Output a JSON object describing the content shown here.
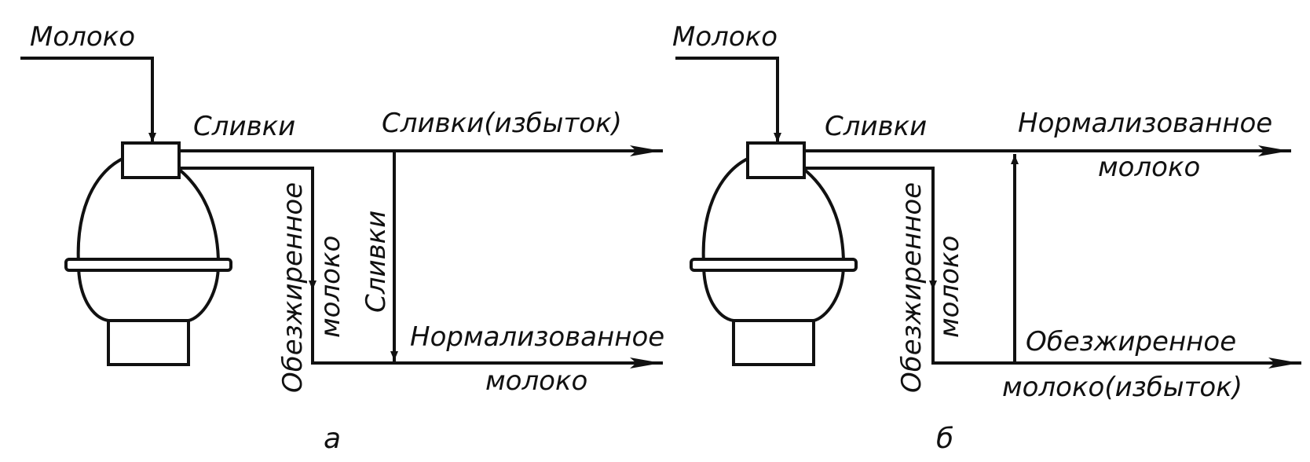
{
  "diagram_a": {
    "caption": "а",
    "labels": {
      "milk_in": "Молоко",
      "cream": "Сливки",
      "cream_excess": "Сливки(избыток)",
      "skim_milk_line1": "Обезжиренное",
      "skim_milk_line2": "молоко",
      "cream_vertical": "Сливки",
      "normalized_line1": "Нормализованное",
      "normalized_line2": "молоко"
    }
  },
  "diagram_b": {
    "caption": "б",
    "labels": {
      "milk_in": "Молоко",
      "cream": "Сливки",
      "normalized_line1": "Нормализованное",
      "normalized_line2": "молоко",
      "skim_milk_line1": "Обезжиренное",
      "skim_milk_line2": "молоко",
      "skim_excess_line1": "Обезжиренное",
      "skim_excess_line2": "молоко(избыток)"
    }
  },
  "colors": {
    "line": "#111111",
    "background": "#ffffff"
  }
}
